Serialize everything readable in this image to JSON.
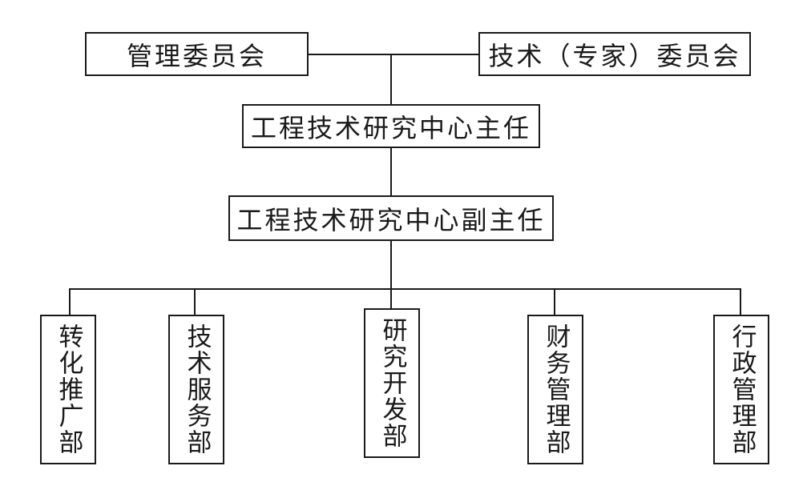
{
  "org_chart": {
    "committees": {
      "management": "管理委员会",
      "technical_experts": "技术（专家）委员会"
    },
    "director": "工程技术研究中心主任",
    "deputy_director": "工程技术研究中心副主任",
    "departments": [
      "转化推广部",
      "技术服务部",
      "研究开发部",
      "财务管理部",
      "行政管理部"
    ]
  },
  "style": {
    "line_color": "#1a1a1a",
    "box_border": "#1a1a1a",
    "background": "#ffffff"
  }
}
